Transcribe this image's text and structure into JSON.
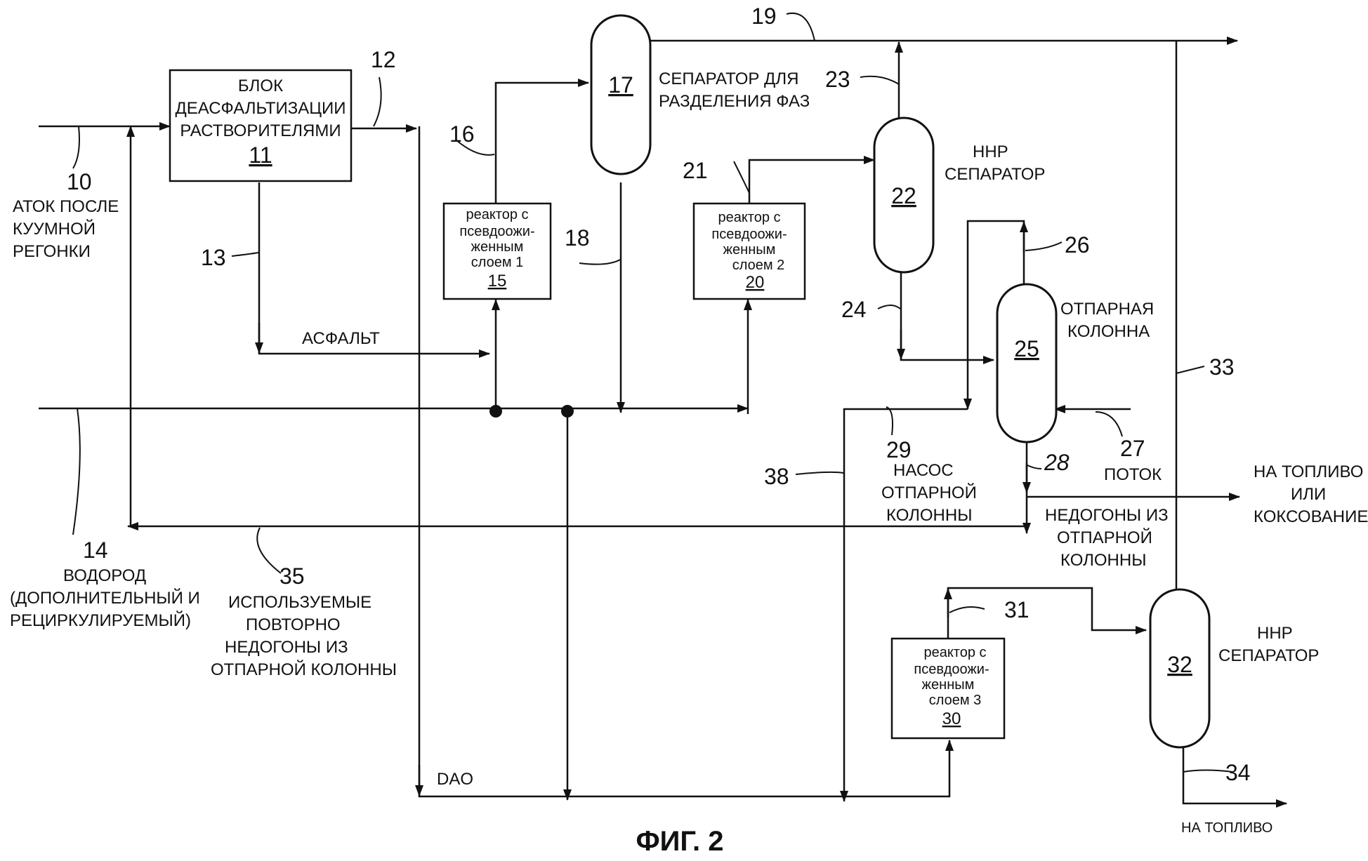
{
  "caption": "ФИГ. 2",
  "units": {
    "u11": {
      "title_1": "БЛОК",
      "title_2": "ДЕАСФАЛЬТИЗАЦИИ",
      "title_3": "РАСТВОРИТЕЛЯМИ",
      "number": "11"
    },
    "u15": {
      "line_1": "реактор с",
      "line_2": "псевдоожи-",
      "line_3": "женным",
      "line_4": "слоем 1",
      "number": "15"
    },
    "u17": {
      "number": "17",
      "label_1": "СЕПАРАТОР ДЛЯ",
      "label_2": "РАЗДЕЛЕНИЯ ФАЗ"
    },
    "u20": {
      "line_1": "реактор с",
      "line_2": "псевдоожи-",
      "line_3": "женным",
      "line_4": "слоем 2",
      "number": "20"
    },
    "u22": {
      "number": "22",
      "label_1": "HHP",
      "label_2": "СЕПАРАТОР"
    },
    "u25": {
      "number": "25",
      "label_1": "ОТПАРНАЯ",
      "label_2": "КОЛОННА"
    },
    "u30": {
      "line_1": "реактор с",
      "line_2": "псевдоожи-",
      "line_3": "женным",
      "line_4": "слоем 3",
      "number": "30"
    },
    "u32": {
      "number": "32",
      "label_1": "HHP",
      "label_2": "СЕПАРАТОР"
    }
  },
  "streams": {
    "s10": {
      "number": "10",
      "label_1": "АТОК ПОСЛЕ",
      "label_2": "КУУМНОЙ",
      "label_3": "РЕГОНКИ"
    },
    "s12": {
      "number": "12"
    },
    "s13": {
      "number": "13",
      "label": "АСФАЛЬТ"
    },
    "s14": {
      "number": "14",
      "label_1": "ВОДОРОД",
      "label_2": "(ДОПОЛНИТЕЛЬНЫЙ И",
      "label_3": "РЕЦИРКУЛИРУЕМЫЙ)"
    },
    "s16": {
      "number": "16"
    },
    "s18": {
      "number": "18"
    },
    "s19": {
      "number": "19"
    },
    "s21": {
      "number": "21"
    },
    "s23": {
      "number": "23"
    },
    "s24": {
      "number": "24"
    },
    "s26": {
      "number": "26"
    },
    "s27": {
      "number": "27",
      "label": "ПОТОК"
    },
    "s28": {
      "number": "28"
    },
    "s29": {
      "number": "29",
      "label_1": "НАСОС",
      "label_2": "ОТПАРНОЙ",
      "label_3": "КОЛОННЫ"
    },
    "s31": {
      "number": "31"
    },
    "s33": {
      "number": "33"
    },
    "s34": {
      "number": "34",
      "label": "НА ТОПЛИВО"
    },
    "s35": {
      "number": "35",
      "label_1": "ИСПОЛЬЗУЕМЫЕ",
      "label_2": "ПОВТОРНО",
      "label_3": "НЕДОГОНЫ ИЗ",
      "label_4": "ОТПАРНОЙ  КОЛОННЫ"
    },
    "s38": {
      "number": "38"
    },
    "dao": {
      "label": "DAO"
    },
    "bottoms": {
      "label_1": "НЕДОГОНЫ ИЗ",
      "label_2": "ОТПАРНОЙ",
      "label_3": "КОЛОННЫ"
    },
    "fuel_coking": {
      "label_1": "НА ТОПЛИВО",
      "label_2": "ИЛИ",
      "label_3": "КОКСОВАНИЕ"
    }
  }
}
